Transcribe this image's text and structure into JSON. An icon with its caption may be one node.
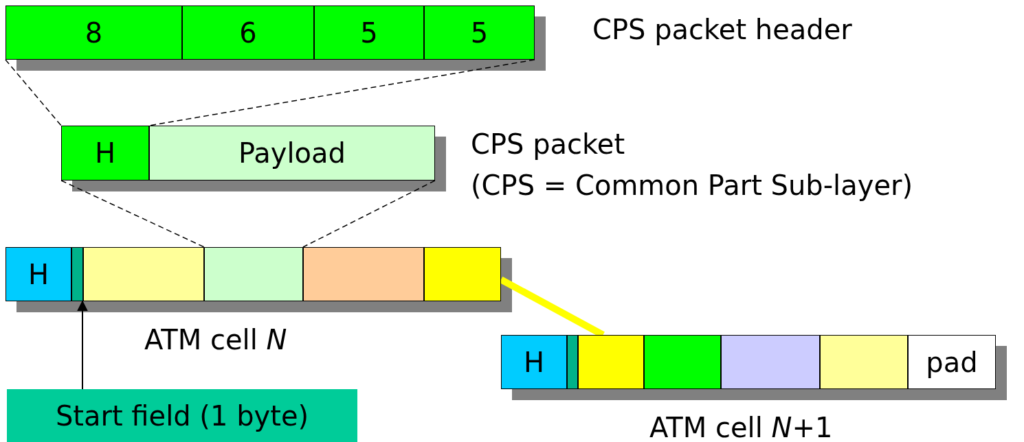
{
  "diagram": {
    "nodes": [
      {
        "text": [
          "8"
        ]
      },
      {
        "text": [
          "6"
        ]
      },
      {
        "text": [
          "5"
        ]
      },
      {
        "text": [
          "5"
        ]
      },
      {
        "text": [
          "H"
        ]
      },
      {
        "text": [
          "Payload"
        ]
      },
      {
        "text": [
          "H"
        ]
      },
      {
        "text": [],
        "shape": "box"
      },
      {
        "text": [],
        "shape": "box"
      },
      {
        "text": [],
        "shape": "box"
      },
      {
        "text": [],
        "shape": "box"
      },
      {
        "text": [],
        "shape": "box"
      },
      {
        "text": [
          "H"
        ]
      },
      {
        "text": [],
        "shape": "box"
      },
      {
        "text": [],
        "shape": "box"
      },
      {
        "text": [],
        "shape": "box"
      },
      {
        "text": [],
        "shape": "box"
      },
      {
        "text": [],
        "shape": "box"
      },
      {
        "text": [
          "pad"
        ]
      },
      {
        "text": [
          "Start field (1 byte)"
        ]
      }
    ],
    "edges": [
      {
        "from": 0,
        "to": 4,
        "arrow": "none",
        "style": "dashed"
      },
      {
        "from": 3,
        "to": 4,
        "arrow": "none",
        "style": "dashed"
      },
      {
        "from": 4,
        "to": 9,
        "arrow": "none",
        "style": "dashed"
      },
      {
        "from": 5,
        "to": 9,
        "arrow": "none",
        "style": "dashed"
      },
      {
        "from": 11,
        "to": 14,
        "arrow": "none",
        "style": "thick",
        "color": "#ffff00"
      },
      {
        "from": 19,
        "to": 7,
        "arrow": "to"
      }
    ],
    "labels": [
      "CPS packet header",
      "CPS packet",
      "(CPS = Common Part Sub-layer)",
      "ATM cell *N*",
      "ATM cell *N*+1"
    ]
  }
}
